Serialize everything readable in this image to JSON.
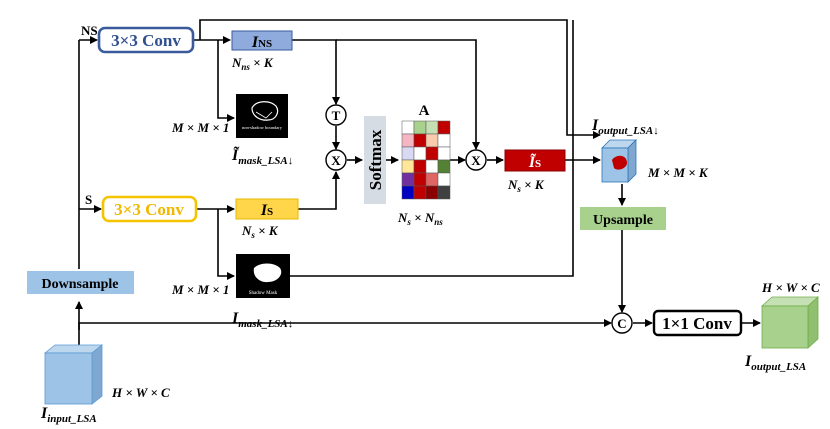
{
  "labels": {
    "ns": "NS",
    "s": "S",
    "conv_ns": "3×3 Conv",
    "conv_s": "3×3 Conv",
    "conv_1x1": "1×1 Conv",
    "downsample": "Downsample",
    "upsample": "Upsample",
    "softmax": "Softmax",
    "attention": "A",
    "op_t": "T",
    "op_x": "X",
    "op_c": "C"
  },
  "features": {
    "i_ns": {
      "base": "I",
      "sub": "NS"
    },
    "i_s": {
      "base": "I",
      "sub": "S"
    },
    "i_s_tilde": {
      "base": "Ĩ",
      "sub": "S"
    },
    "i_input": {
      "base": "I",
      "sub": "input_LSA"
    },
    "i_output_lsa_down": {
      "base": "I",
      "sub": "output_LSA↓"
    },
    "i_output": {
      "base": "I",
      "sub": "output_LSA"
    },
    "mask_top": {
      "base": "Ĩ",
      "sub": "mask_LSA↓"
    },
    "mask_bottom": {
      "base": "I",
      "sub": "mask_LSA↓"
    }
  },
  "dims": {
    "ns_k": {
      "a": "N",
      "sub": "ns",
      "b": " × K"
    },
    "s_k_left": {
      "a": "N",
      "sub": "s",
      "b": " × K"
    },
    "s_k_right": {
      "a": "N",
      "sub": "s",
      "b": " × K"
    },
    "a_dim": {
      "a": "N",
      "sub": "s",
      "b": " × N",
      "sub2": "ns"
    },
    "mmk": "M × M × K",
    "mm1_top": "M × M × 1",
    "mm1_bottom": "M × M × 1",
    "hwc_input": "H × W × C",
    "hwc_output": "H × W × C"
  },
  "mask_text": {
    "top": "non-shadow boundary",
    "bottom": "Shadow Mask"
  },
  "colors": {
    "conv_ns_border": "#3a5a9c",
    "conv_s_border": "#f5c400",
    "i_ns_fill": "#8faadc",
    "i_s_fill": "#ffd54a",
    "i_s_tilde_fill": "#c00000",
    "downsample_fill": "#9dc3e6",
    "upsample_fill": "#a9d18e",
    "softmax_fill": "#d6dce4",
    "cube_blue": "#9dc3e6",
    "cube_green": "#a9d18e"
  },
  "attention_grid": [
    [
      "#ffffff",
      "#a9d18e",
      "#c5e0b4",
      "#c00000"
    ],
    [
      "#f4b6c2",
      "#c00000",
      "#f8cbad",
      "#ffffff"
    ],
    [
      "#d9d9f3",
      "#ffffff",
      "#c00000",
      "#ffffff"
    ],
    [
      "#ffe699",
      "#c00000",
      "#ffffff",
      "#548235"
    ],
    [
      "#7030a0",
      "#c00000",
      "#e06666",
      "#ffffff"
    ],
    [
      "#0000c0",
      "#c00000",
      "#8b0000",
      "#404040"
    ]
  ]
}
